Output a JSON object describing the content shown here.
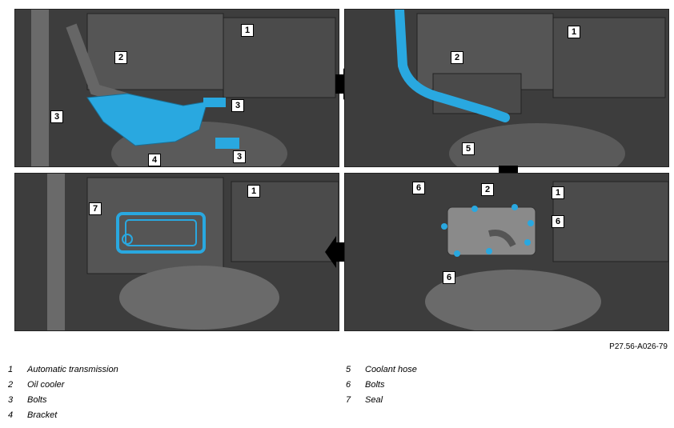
{
  "figure_ref": "P27.56-A026-79",
  "colors": {
    "highlight": "#29a8e0",
    "background": "#3a3a3a",
    "callout_bg": "#ffffff"
  },
  "panels": [
    {
      "callouts": [
        "1",
        "2",
        "3",
        "3",
        "3",
        "4"
      ]
    },
    {
      "callouts": [
        "1",
        "2",
        "5"
      ]
    },
    {
      "callouts": [
        "1",
        "7"
      ]
    },
    {
      "callouts": [
        "1",
        "2",
        "6",
        "6",
        "6"
      ]
    }
  ],
  "legend_left": [
    {
      "num": "1",
      "label": "Automatic transmission"
    },
    {
      "num": "2",
      "label": "Oil cooler"
    },
    {
      "num": "3",
      "label": "Bolts"
    },
    {
      "num": "4",
      "label": "Bracket"
    }
  ],
  "legend_right": [
    {
      "num": "5",
      "label": "Coolant hose"
    },
    {
      "num": "6",
      "label": "Bolts"
    },
    {
      "num": "7",
      "label": "Seal"
    }
  ]
}
